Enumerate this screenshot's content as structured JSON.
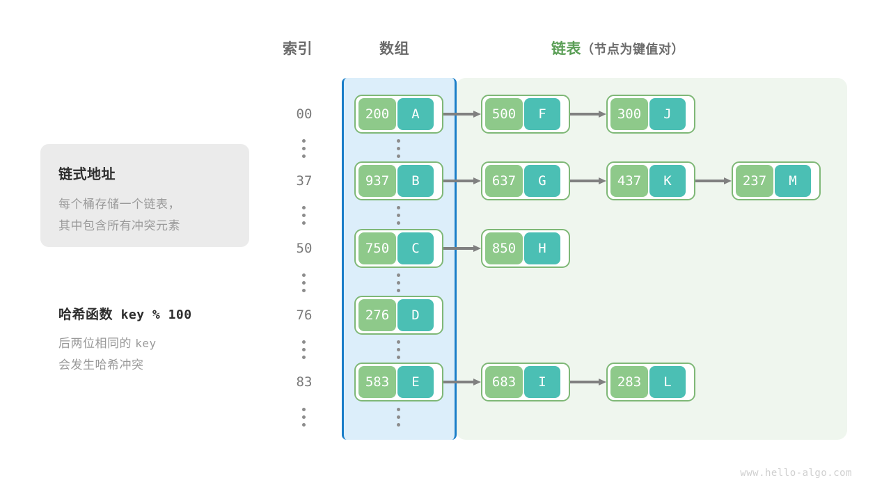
{
  "headers": {
    "index": "索引",
    "array": "数组",
    "list_main": "链表",
    "list_sub": "（节点为键值对）"
  },
  "info_card": {
    "title": "链式地址",
    "line1": "每个桶存储一个链表，",
    "line2": "其中包含所有冲突元素"
  },
  "hash_note": {
    "title_label": "哈希函数",
    "title_expr": "key % 100",
    "line1_text": "后两位相同的",
    "line1_mono": "key",
    "line2": "会发生哈希冲突"
  },
  "colors": {
    "array_panel_bg": "#dceefa",
    "array_panel_border": "#1a7ec8",
    "list_panel_bg": "#eff6ee",
    "node_border": "#7fb877",
    "key_fill": "#8ec98a",
    "value_fill": "#4bbfb4",
    "arrow": "#808080",
    "index_text": "#7a7a7a",
    "header_green": "#5a9e56",
    "card_bg": "#ebebeb"
  },
  "buckets": [
    {
      "index": "00",
      "nodes": [
        {
          "key": "200",
          "value": "A"
        },
        {
          "key": "500",
          "value": "F"
        },
        {
          "key": "300",
          "value": "J"
        }
      ]
    },
    {
      "index": "37",
      "nodes": [
        {
          "key": "937",
          "value": "B"
        },
        {
          "key": "637",
          "value": "G"
        },
        {
          "key": "437",
          "value": "K"
        },
        {
          "key": "237",
          "value": "M"
        }
      ]
    },
    {
      "index": "50",
      "nodes": [
        {
          "key": "750",
          "value": "C"
        },
        {
          "key": "850",
          "value": "H"
        }
      ]
    },
    {
      "index": "76",
      "nodes": [
        {
          "key": "276",
          "value": "D"
        }
      ]
    },
    {
      "index": "83",
      "nodes": [
        {
          "key": "583",
          "value": "E"
        },
        {
          "key": "683",
          "value": "I"
        },
        {
          "key": "283",
          "value": "L"
        }
      ]
    }
  ],
  "watermark": "www.hello-algo.com"
}
